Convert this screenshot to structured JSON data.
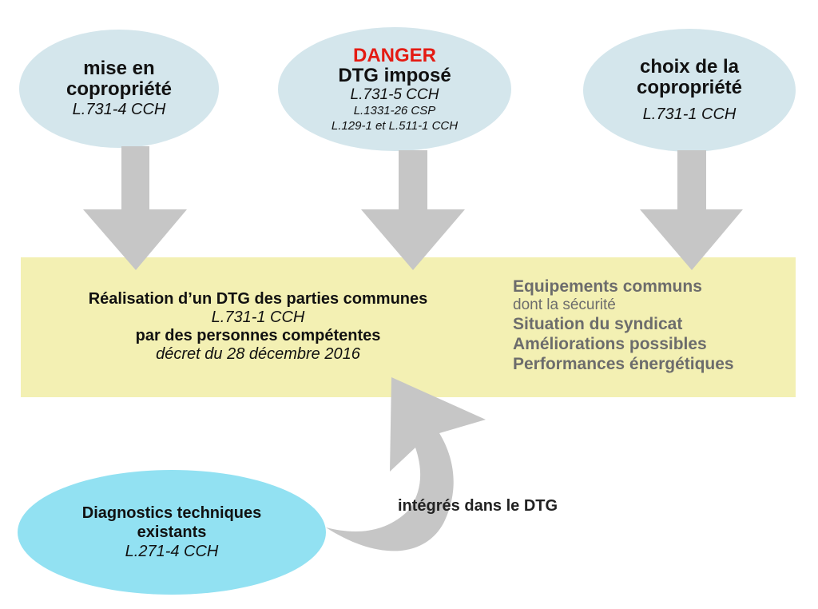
{
  "top_nodes": {
    "left": {
      "title_line1": "mise en",
      "title_line2": "copropriété",
      "ref": "L.731-4 CCH"
    },
    "middle": {
      "alert": "DANGER",
      "title": "DTG imposé",
      "ref1": "L.731-5 CCH",
      "ref2": "L.1331-26 CSP",
      "ref3": "L.129-1 et L.511-1 CCH"
    },
    "right": {
      "title_line1": "choix de la",
      "title_line2": "copropriété",
      "ref": "L.731-1 CCH"
    }
  },
  "central_box": {
    "line1": "Réalisation d’un DTG des parties communes",
    "line2": "L.731-1 CCH",
    "line3": "par des personnes compétentes",
    "line4": "décret du 28 décembre 2016"
  },
  "contents_list": {
    "item1": "Equipements communs",
    "item1_note": "dont la sécurité",
    "item2": "Situation du syndicat",
    "item3": "Améliorations possibles",
    "item4": "Performances énergétiques"
  },
  "bottom_node": {
    "title_line1": "Diagnostics techniques",
    "title_line2": "existants",
    "ref": "L.271-4 CCH"
  },
  "curved_arrow_label": "intégrés dans le DTG",
  "colors": {
    "ellipse_top": "#d4e6ec",
    "ellipse_bottom": "#92e1f2",
    "band": "#f3f0b3",
    "arrow": "#c6c6c6",
    "danger": "#e41b13",
    "list_text": "#6c6c6c"
  }
}
